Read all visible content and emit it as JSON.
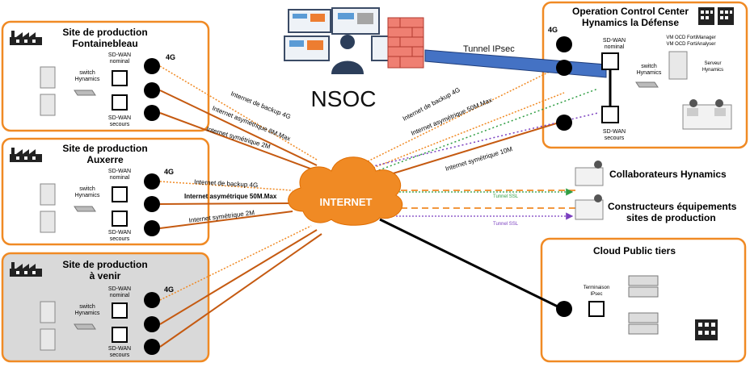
{
  "sites": {
    "fontainebleau": {
      "title_l1": "Site de production",
      "title_l2": "Fontainebleau"
    },
    "auxerre": {
      "title_l1": "Site de production",
      "title_l2": "Auxerre"
    },
    "future": {
      "title_l1": "Site de production",
      "title_l2": "à venir"
    }
  },
  "site_labels": {
    "switch_l1": "switch",
    "switch_l2": "Hynamics",
    "sdwan_nominal_l1": "SD-WAN",
    "sdwan_nominal_l2": "nominal",
    "sdwan_secours_l1": "SD-WAN",
    "sdwan_secours_l2": "secours",
    "badge_4g": "4G"
  },
  "links_fontainebleau": [
    "Internet de backup 4G",
    "Internet asymétrique 8M.Max",
    "Internet symétrique 2M"
  ],
  "links_auxerre": [
    "Internet de backup 4G",
    "Internet asymétrique 50M.Max",
    "Internet symétrique 2M"
  ],
  "links_occ": [
    "Internet de backup 4G",
    "Internet asymétrique 50M.Max",
    "Internet symétrique 10M"
  ],
  "nsoc": {
    "label": "NSOC",
    "tunnel": "Tunnel IPsec"
  },
  "internet": {
    "label": "INTERNET"
  },
  "occ": {
    "title_l1": "Operation Control Center",
    "title_l2": "Hynamics la Défense",
    "vm_l1": "VM OCD FortiManager",
    "vm_l2": "VM OCD FortiAnalyser",
    "serveur_l1": "Serveur",
    "serveur_l2": "Hynamics",
    "sdwan_nominal_l1": "SD-WAN",
    "sdwan_nominal_l2": "nominal",
    "sdwan_secours_l1": "SD-WAN",
    "sdwan_secours_l2": "secours",
    "switch_l1": "switch",
    "switch_l2": "Hynamics",
    "badge_4g": "4G"
  },
  "remote": {
    "collab": "Collaborateurs Hynamics",
    "constructeurs_l1": "Constructeurs équipements",
    "constructeurs_l2": "sites de production",
    "tunnel_ssl": "Tunnel SSL"
  },
  "cloud": {
    "title": "Cloud Public tiers",
    "term_l1": "Terminaison",
    "term_l2": "IPsec"
  },
  "colors": {
    "orange": "#f08a24",
    "purple": "#7a3fbf",
    "green": "#2f9e44",
    "blue": "#4472c4",
    "black": "#000000"
  }
}
